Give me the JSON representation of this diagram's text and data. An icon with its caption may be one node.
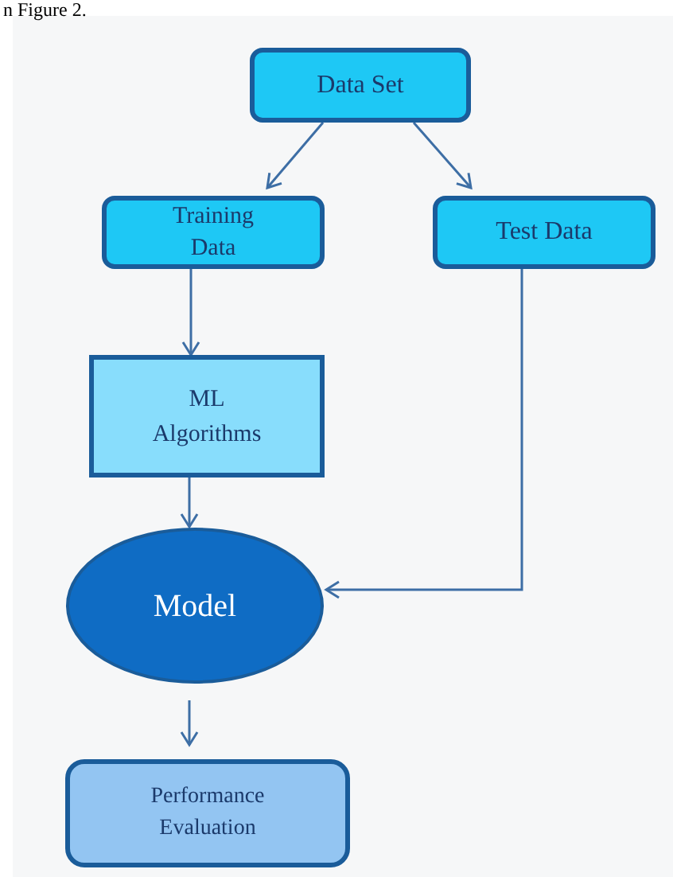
{
  "diagram": {
    "nodes": [
      {
        "text": [
          "Data Set"
        ]
      },
      {
        "text": [
          "Training Data"
        ]
      },
      {
        "text": [
          "Test Data"
        ]
      },
      {
        "text": [
          "ML Algorithms"
        ]
      },
      {
        "text": [
          "Model"
        ]
      },
      {
        "text": [
          "Performance Evaluation"
        ]
      }
    ],
    "edges": [
      {
        "from": 0,
        "to": 1,
        "arrow": "to"
      },
      {
        "from": 0,
        "to": 2,
        "arrow": "to"
      },
      {
        "from": 1,
        "to": 3,
        "arrow": "to"
      },
      {
        "from": 3,
        "to": 4,
        "arrow": "to"
      },
      {
        "from": 2,
        "to": 4,
        "arrow": "to"
      },
      {
        "from": 4,
        "to": 5,
        "arrow": "to"
      }
    ],
    "labels": [
      "n Figure 2."
    ]
  }
}
